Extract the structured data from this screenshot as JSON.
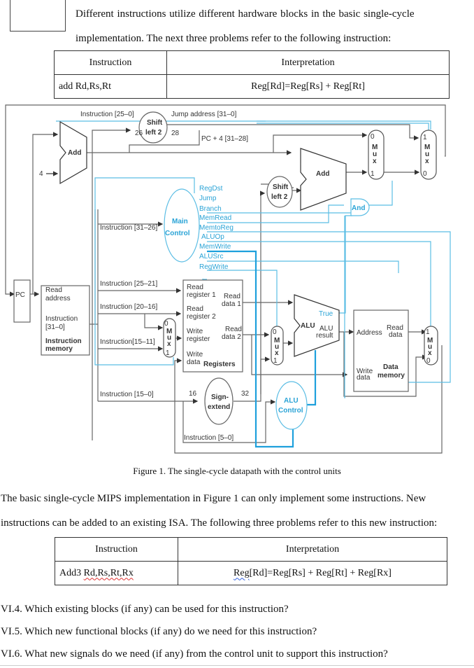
{
  "intro": {
    "line1": "Different  instructions  utilize  different  hardware  blocks  in  the  basic  single-cycle",
    "line2": "implementation. The next three problems refer to the following instruction:"
  },
  "table1": {
    "headers": [
      "Instruction",
      "Interpretation"
    ],
    "rows": [
      [
        "add Rd,Rs,Rt",
        "Reg[Rd]=Reg[Rs] + Reg[Rt]"
      ]
    ]
  },
  "figure": {
    "caption": "Figure 1. The single-cycle datapath with the control units",
    "colors": {
      "wire": "#555555",
      "control": "#29a3d6",
      "text": "#333333"
    },
    "labels": {
      "instr_25_0": "Instruction [25–0]",
      "shift_left2_top_a": "Shift",
      "shift_left2_top_b": "left 2",
      "bits_26": "26",
      "bits_28": "28",
      "jump_address": "Jump address  [31–0]",
      "pc4": "PC + 4 [31–28]",
      "add1": "Add",
      "four": "4",
      "add2": "Add",
      "shift_left2_mid_a": "Shift",
      "shift_left2_mid_b": "left 2",
      "and_gate": "And",
      "mux_letters": [
        "M",
        "u",
        "x"
      ],
      "mux_0": "0",
      "mux_1": "1",
      "main_control_a": "Main",
      "main_control_b": "Control",
      "instr_31_26": "Instruction [31–26]",
      "signals": [
        "RegDst",
        "Jump",
        "Branch",
        "MemRead",
        "MemtoReg",
        "ALUOp",
        "MemWrite",
        "ALUSrc",
        "RegWrite"
      ],
      "pc": "PC",
      "imem_read_address_a": "Read",
      "imem_read_address_b": "address",
      "imem_instruction_a": "Instruction",
      "imem_instruction_b": "[31–0]",
      "imem_title_a": "Instruction",
      "imem_title_b": "memory",
      "instr_25_21": "Instruction [25–21]",
      "instr_20_16": "Instruction [20–16]",
      "instr_15_11": "Instruction[15–11]",
      "instr_15_0": "Instruction [15–0]",
      "instr_5_0": "Instruction [5–0]",
      "reg_read1_a": "Read",
      "reg_read1_b": "register 1",
      "reg_read2_a": "Read",
      "reg_read2_b": "register 2",
      "reg_write_a": "Write",
      "reg_write_b": "register",
      "reg_wdata_a": "Write",
      "reg_wdata_b": "data",
      "reg_rdata1_a": "Read",
      "reg_rdata1_b": "data 1",
      "reg_rdata2_a": "Read",
      "reg_rdata2_b": "data 2",
      "registers": "Registers",
      "bits_16": "16",
      "bits_32": "32",
      "sign_extend_a": "Sign-",
      "sign_extend_b": "extend",
      "alu": "ALU",
      "alu_result_a": "ALU",
      "alu_result_b": "result",
      "true_label": "True",
      "alu_control_a": "ALU",
      "alu_control_b": "Control",
      "dmem_address": "Address",
      "dmem_read_a": "Read",
      "dmem_read_b": "data",
      "dmem_write_a": "Write",
      "dmem_write_b": "data",
      "dmem_title_a": "Data",
      "dmem_title_b": "memory"
    }
  },
  "intro2": {
    "line1": "The basic single-cycle MIPS implementation in Figure 1 can only implement some instructions. New",
    "line2": "instructions can be added to an existing ISA. The following three problems refer to this new instruction:"
  },
  "table2": {
    "headers": [
      "Instruction",
      "Interpretation"
    ],
    "rows": [
      {
        "prefix": "Add3 ",
        "operands": "Rd,Rs,Rt,Rx",
        "interp_a": "Reg",
        "interp_b": "[Rd]=Reg[Rs] + Reg[Rt] + Reg[Rx]"
      }
    ]
  },
  "questions": [
    "VI.4. Which existing blocks (if any) can be used for this instruction?",
    "VI.5. Which new functional blocks (if any) do we need for this instruction?",
    "VI.6. What new signals do we need (if any) from the control unit to support this instruction?"
  ]
}
